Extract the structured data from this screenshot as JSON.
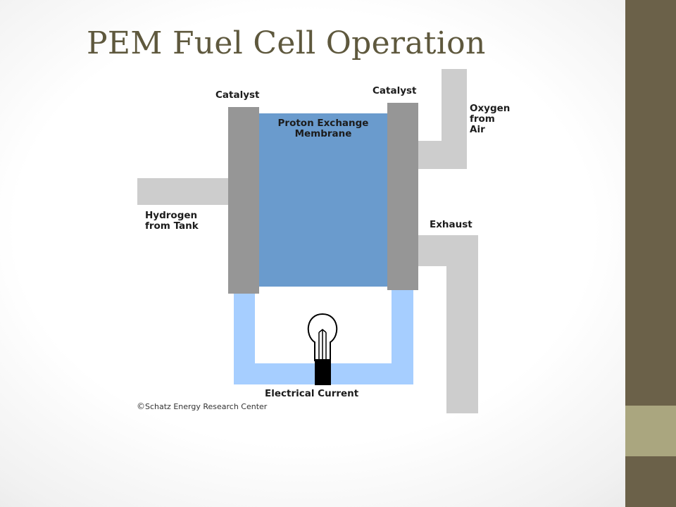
{
  "slide": {
    "title": "PEM Fuel Cell Operation"
  },
  "colors": {
    "title": "#5e583d",
    "sidebar_dark": "#6b6149",
    "sidebar_light": "#aaa67f",
    "membrane": "#6a9bcd",
    "catalyst": "#969696",
    "pipe": "#cdcdcd",
    "circuit": "#a6ceff",
    "bulb_base": "#000000"
  },
  "diagram": {
    "labels": {
      "catalyst_left": "Catalyst",
      "catalyst_right": "Catalyst",
      "membrane": "Proton Exchange\nMembrane",
      "oxygen": "Oxygen\nfrom\nAir",
      "hydrogen": "Hydrogen\nfrom Tank",
      "exhaust": "Exhaust",
      "current": "Electrical Current"
    },
    "credit_symbol": "©",
    "credit": "Schatz Energy Research Center",
    "icons": [
      "light-bulb-icon",
      "copyright-icon"
    ]
  }
}
